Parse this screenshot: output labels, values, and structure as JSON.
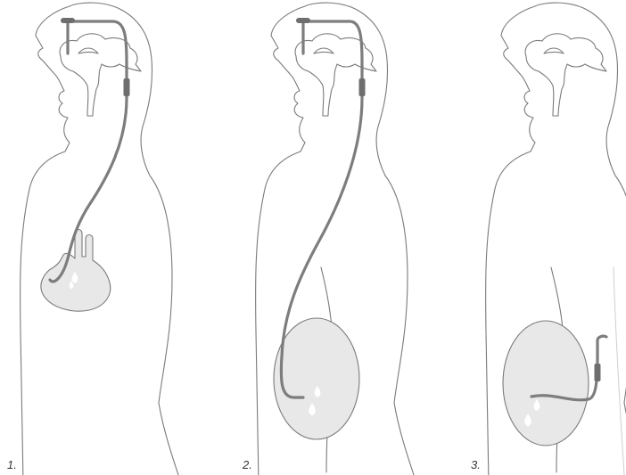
{
  "panels": [
    {
      "label": "1."
    },
    {
      "label": "2."
    },
    {
      "label": "3."
    }
  ],
  "colors": {
    "outline": "#7a7a7a",
    "shunt": "#7d7d7d",
    "organ_fill": "#e8e8e8",
    "drop": "#ffffff"
  }
}
